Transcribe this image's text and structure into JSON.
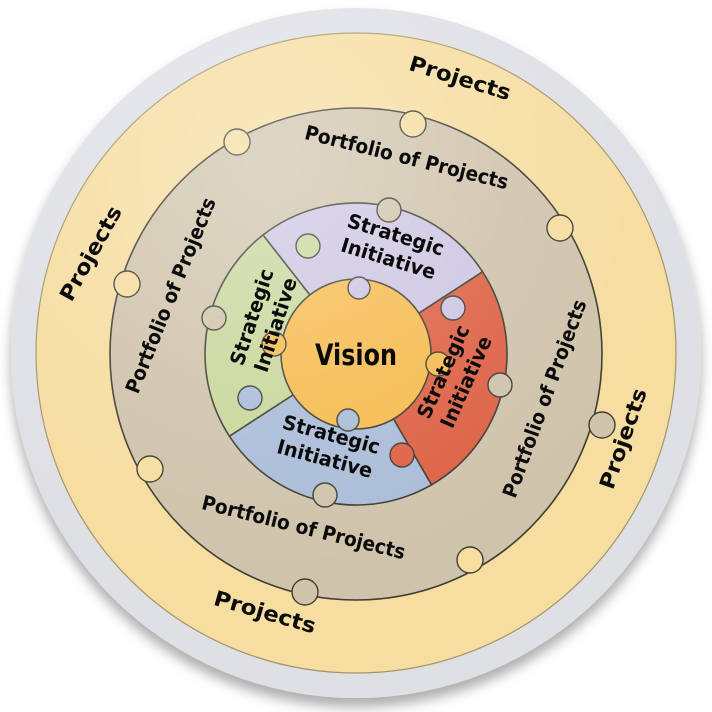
{
  "diagram": {
    "title": "Vision to Projects puzzle rings",
    "center": {
      "label": "Vision",
      "color": "#F6BB4F"
    },
    "initiatives": {
      "label": "Strategic Initiative",
      "line1": "Strategic",
      "line2": "Initiative",
      "segments": [
        {
          "position": "top",
          "color": "#CDC5E2"
        },
        {
          "position": "right",
          "color": "#DD6144"
        },
        {
          "position": "bottom",
          "color": "#AABCD8"
        },
        {
          "position": "left",
          "color": "#C7D79B"
        }
      ]
    },
    "portfolio_ring": {
      "label": "Portfolio of Projects",
      "color": "#CFC3AB",
      "label_count": 4
    },
    "projects_ring": {
      "label": "Projects",
      "color": "#F6DDA0",
      "label_count": 4
    },
    "outer_rim": {
      "color": "#DFE0E4"
    },
    "outline_color": "#3F3C33",
    "text_color": "#0B0B0B"
  }
}
